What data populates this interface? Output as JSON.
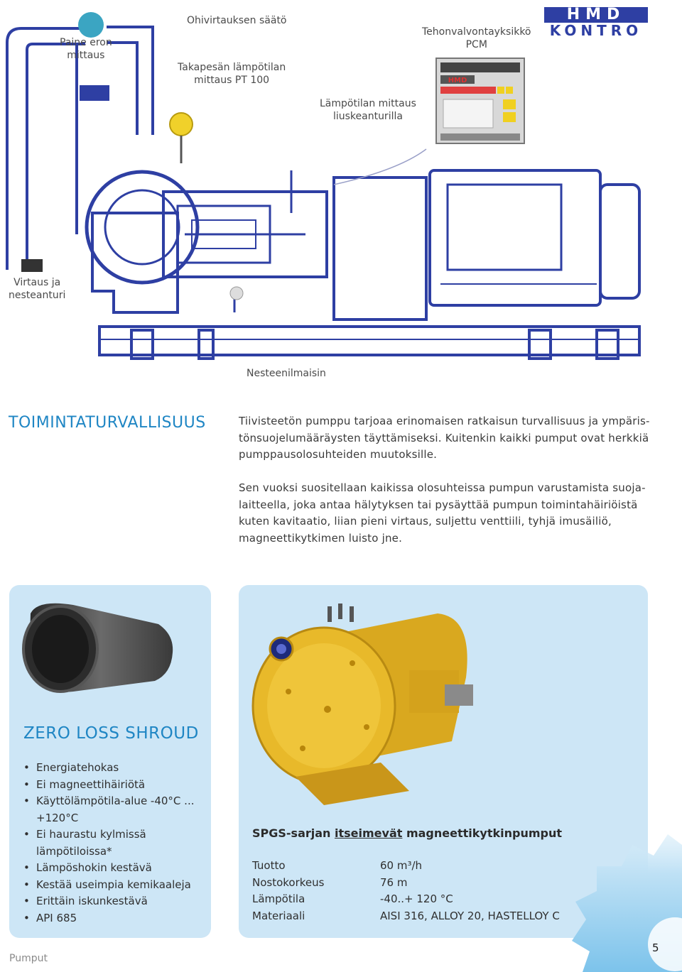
{
  "diagram": {
    "brand_top": "HMD",
    "brand_bottom": "KONTRO",
    "panel_logo": "HMD",
    "labels": {
      "paine": "Paine eron\nmittaus",
      "ohivirtaus": "Ohivirtauksen säätö",
      "takapesa": "Takapesän lämpötilan\nmittaus PT 100",
      "tehonvalvonta": "Tehonvalvontayksikkö\nPCM",
      "lampotila_mittaus": "Lämpötilan mittaus\nliuskeanturilla",
      "virtaus": "Virtaus ja\nnesteanturi",
      "nesteenilmaisin": "Nesteenilmaisin"
    }
  },
  "section": {
    "heading": "TOIMINTATURVALLISUUS",
    "para1": "Tiivisteetön pumppu tarjoaa erinomaisen ratkaisun turvallisuus ja ympäris-tönsuojelumääräysten täyttämiseksi. Kuitenkin kaikki pumput ovat herkkiä pumppausolosuhteiden muutoksille.",
    "para2": "Sen vuoksi suositellaan kaikissa olosuhteissa pumpun varustamista suoja-laitteella, joka antaa hälytyksen tai pysäyttää pumpun toimintahäiriöistä kuten kavitaatio, liian pieni virtaus, suljettu venttiili, tyhjä imusäiliö, magneettikytkimen luisto jne."
  },
  "shroud": {
    "heading": "ZERO LOSS SHROUD",
    "features": [
      "Energiatehokas",
      "Ei magneettihäiriötä",
      "Käyttölämpötila-alue -40°C ... +120°C",
      "Ei haurastu kylmissä lämpötiloissa*",
      "Lämpöshokin kestävä",
      "Kestää useimpia kemikaaleja",
      "Erittäin iskunkestävä",
      "API 685"
    ]
  },
  "pump": {
    "title_part1": "SPGS-sarjan ",
    "title_part2": "itseimevät",
    "title_part3": " magneettikytkinpumput",
    "specs": [
      {
        "label": "Tuotto",
        "value": "60 m³/h"
      },
      {
        "label": "Nostokorkeus",
        "value": "76 m"
      },
      {
        "label": "Lämpötila",
        "value": "-40..+ 120 °C"
      },
      {
        "label": "Materiaali",
        "value": "AISI 316, ALLOY 20, HASTELLOY C"
      }
    ]
  },
  "footer": {
    "section_label": "Pumput",
    "page_number": "5"
  },
  "colors": {
    "accent": "#1f86c4",
    "diagram_line": "#2e3fa3",
    "card_bg": "#cde6f6",
    "pump_yellow": "#e8b92a"
  }
}
